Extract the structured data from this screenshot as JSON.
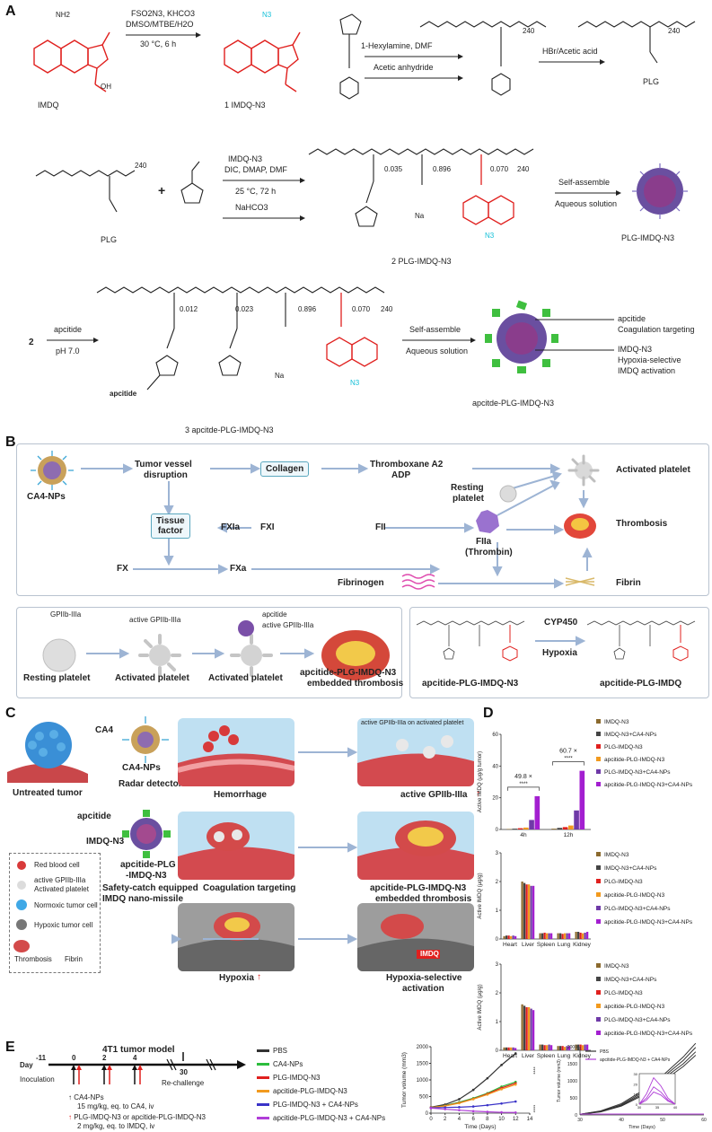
{
  "panels": {
    "a": "A",
    "b": "B",
    "c": "C",
    "d": "D",
    "e": "E"
  },
  "panelA": {
    "imdq": "IMDQ",
    "nh2": "NH2",
    "n3": "N3",
    "oh": "OH",
    "reagents1": "FSO2N3, KHCO3",
    "reagents1b": "DMSO/MTBE/H2O",
    "cond1": "30 °C, 6 h",
    "cmpd1": "1 IMDQ-N3",
    "hexylamine": "1-Hexylamine, DMF",
    "acetic": "Acetic anhydride",
    "hbr": "HBr/Acetic acid",
    "plg": "PLG",
    "n240": "240",
    "plg2": "PLG",
    "reagents2": "IMDQ-N3",
    "reagents2b": "DIC, DMAP, DMF",
    "cond2": "25 °C, 72 h",
    "nahco3": "NaHCO3",
    "f035": "0.035",
    "f896": "0.896",
    "f070": "0.070",
    "cmpd2": "2 PLG-IMDQ-N3",
    "selfassemble": "Self-assemble",
    "aqueous": "Aqueous solution",
    "np1": "PLG-IMDQ-N3",
    "start2": "2",
    "apcitide": "apcitide",
    "ph": "pH 7.0",
    "f012": "0.012",
    "f023": "0.023",
    "cmpd3": "3 apcitde-PLG-IMDQ-N3",
    "apcitideS": "apcitide",
    "na": "Na",
    "ann1": "apcitide",
    "ann1b": "Coagulation targeting",
    "ann2": "IMDQ-N3",
    "ann2b": "Hypoxia-selective",
    "ann2c": "IMDQ activation",
    "np2": "apcitde-PLG-IMDQ-N3"
  },
  "panelB": {
    "ca4nps": "CA4-NPs",
    "disruption1": "Tumor vessel",
    "disruption2": "disruption",
    "collagen": "Collagen",
    "txa2": "Thromboxane A2",
    "adp": "ADP",
    "activated_platelet": "Activated platelet",
    "resting1": "Resting",
    "resting2": "platelet",
    "tissue1": "Tissue",
    "tissue2": "factor",
    "fxia": "FXIa",
    "fxi": "FXI",
    "fii": "FII",
    "thrombosis": "Thrombosis",
    "fx": "FX",
    "fxa": "FXa",
    "fiia": "FIIa",
    "thrombin": "(Thrombin)",
    "fibrinogen": "Fibrinogen",
    "fibrin": "Fibrin",
    "gp1": "GPIIb-IIIa",
    "gp2": "active GPIIb-IIIa",
    "apcitide": "apcitide",
    "gp3": "active GPIIb-IIIa",
    "resting_platelet": "Resting platelet",
    "act1": "Activated platelet",
    "act2": "Activated platelet",
    "embedded1": "apcitide-PLG-IMDQ-N3",
    "embedded2": "embedded thrombosis",
    "cyp": "CYP450",
    "hypoxia": "Hypoxia",
    "from": "apcitide-PLG-IMDQ-N3",
    "to": "apcitide-PLG-IMDQ"
  },
  "panelC": {
    "ca4": "CA4",
    "ca4nps": "CA4-NPs",
    "untreated": "Untreated tumor",
    "radar": "Radar detector",
    "hemorrhage": "Hemorrhage",
    "active_gp": "active GPIIb-IIIa",
    "active_gp_note": "active GPIIb-IIIa on activated platelet",
    "apcitide": "apcitide",
    "imdqn3": "IMDQ-N3",
    "nano1": "apcitide-PLG",
    "nano2": "-IMDQ-N3",
    "safety1": "Safety-catch equipped",
    "safety2": "IMDQ nano-missile",
    "coag": "Coagulation targeting",
    "embedded1": "apcitide-PLG-IMDQ-N3",
    "embedded2": "embedded thrombosis",
    "hypoxia": "Hypoxia",
    "hsel1": "Hypoxia-selective",
    "hsel2": "activation",
    "imdq": "IMDQ",
    "legend": {
      "rbc": "Red blood cell",
      "gp": "active GPIIb-IIIa",
      "ap": "Activated platelet",
      "normoxic": "Normoxic tumor cell",
      "hypoxic": "Hypoxic tumor cell",
      "thrombosis": "Thrombosis",
      "fibrin": "Fibrin"
    }
  },
  "panelE": {
    "model": "4T1 tumor model",
    "d_m11": "-11",
    "day": "Day",
    "d0": "0",
    "d2": "2",
    "d4": "4",
    "d30": "30",
    "inoc": "Inoculation",
    "rechallenge": "Re-challenge",
    "ca4": "CA4-NPs",
    "ca4dose": "15 mg/kg, eq. to CA4, iv",
    "plg": "PLG-IMDQ-N3 or apcitide-PLG-IMDQ-N3",
    "plgdose": "2 mg/kg, eq. to IMDQ, iv"
  },
  "groups": [
    "PBS",
    "CA4-NPs",
    "PLG-IMDQ-N3",
    "apcitide-PLG-IMDQ-N3",
    "PLG-IMDQ-N3 + CA4-NPs",
    "apcitide-PLG-IMDQ-N3 + CA4-NPs"
  ],
  "dgroups": [
    "IMDQ-N3",
    "IMDQ-N3+CA4-NPs",
    "PLG-IMDQ-N3",
    "apcitide-PLG-IMDQ-N3",
    "PLG-IMDQ-N3+CA4-NPs",
    "apcitide-PLG-IMDQ-N3+CA4-NPs"
  ],
  "colors": {
    "imdq": "#e0201e",
    "cyan": "#15c0d8",
    "arrow": "#9db4d4",
    "d": [
      "#8b6a2e",
      "#444444",
      "#e0201e",
      "#f29a1e",
      "#6f3aa8",
      "#a31fd0"
    ],
    "e": [
      "#333333",
      "#2bbd3c",
      "#e0201e",
      "#f29a1e",
      "#3a33c8",
      "#b03ed8"
    ]
  },
  "chart_data": [
    {
      "type": "bar",
      "ylabel": "Active IMDQ (μg/g tumor)",
      "categories": [
        "4h",
        "12h"
      ],
      "ylim": [
        0,
        60
      ],
      "yticks": [
        0,
        20,
        40,
        60
      ],
      "series": [
        {
          "name": "IMDQ-N3",
          "values": [
            0.3,
            0.5
          ]
        },
        {
          "name": "IMDQ-N3+CA4-NPs",
          "values": [
            0.5,
            1.0
          ]
        },
        {
          "name": "PLG-IMDQ-N3",
          "values": [
            0.8,
            1.5
          ]
        },
        {
          "name": "apcitide-PLG-IMDQ-N3",
          "values": [
            1.2,
            2.5
          ]
        },
        {
          "name": "PLG-IMDQ-N3+CA4-NPs",
          "values": [
            6.0,
            12.0
          ]
        },
        {
          "name": "apcitide-PLG-IMDQ-N3+CA4-NPs",
          "values": [
            21.0,
            37.0
          ]
        }
      ],
      "annotations": [
        {
          "text": "49.8 ×",
          "sig": "****"
        },
        {
          "text": "60.7 ×",
          "sig": "****"
        }
      ]
    },
    {
      "type": "bar",
      "ylabel": "Active IMDQ (μg/g)",
      "categories": [
        "Heart",
        "Liver",
        "Spleen",
        "Lung",
        "Kidney"
      ],
      "ylim": [
        0,
        3
      ],
      "yticks": [
        0,
        1,
        2,
        3
      ],
      "series": [
        {
          "name": "IMDQ-N3",
          "values": [
            0.1,
            2.0,
            0.2,
            0.2,
            0.25
          ]
        },
        {
          "name": "IMDQ-N3+CA4-NPs",
          "values": [
            0.12,
            1.95,
            0.2,
            0.2,
            0.25
          ]
        },
        {
          "name": "PLG-IMDQ-N3",
          "values": [
            0.12,
            1.9,
            0.22,
            0.18,
            0.22
          ]
        },
        {
          "name": "apcitide-PLG-IMDQ-N3",
          "values": [
            0.1,
            1.9,
            0.2,
            0.2,
            0.2
          ]
        },
        {
          "name": "PLG-IMDQ-N3+CA4-NPs",
          "values": [
            0.12,
            1.85,
            0.2,
            0.2,
            0.22
          ]
        },
        {
          "name": "apcitide-PLG-IMDQ-N3+CA4-NPs",
          "values": [
            0.1,
            1.85,
            0.2,
            0.2,
            0.25
          ]
        }
      ]
    },
    {
      "type": "bar",
      "ylabel": "Active IMDQ (μg/g)",
      "categories": [
        "Heart",
        "Liver",
        "Spleen",
        "Lung",
        "Kidney"
      ],
      "ylim": [
        0,
        3
      ],
      "yticks": [
        0,
        1,
        2,
        3
      ],
      "series": [
        {
          "name": "IMDQ-N3",
          "values": [
            0.1,
            1.6,
            0.2,
            0.15,
            0.2
          ]
        },
        {
          "name": "IMDQ-N3+CA4-NPs",
          "values": [
            0.1,
            1.55,
            0.2,
            0.15,
            0.2
          ]
        },
        {
          "name": "PLG-IMDQ-N3",
          "values": [
            0.1,
            1.5,
            0.18,
            0.15,
            0.2
          ]
        },
        {
          "name": "apcitide-PLG-IMDQ-N3",
          "values": [
            0.1,
            1.5,
            0.18,
            0.12,
            0.18
          ]
        },
        {
          "name": "PLG-IMDQ-N3+CA4-NPs",
          "values": [
            0.1,
            1.45,
            0.2,
            0.15,
            0.2
          ]
        },
        {
          "name": "apcitide-PLG-IMDQ-N3+CA4-NPs",
          "values": [
            0.08,
            1.4,
            0.18,
            0.15,
            0.2
          ]
        }
      ]
    },
    {
      "type": "line",
      "xlabel": "Time (Days)",
      "ylabel": "Tumor volume (mm3)",
      "x": [
        0,
        2,
        4,
        6,
        8,
        10,
        12
      ],
      "xticks": [
        0,
        2,
        4,
        6,
        8,
        10,
        12,
        14
      ],
      "ylim": [
        0,
        2000
      ],
      "yticks": [
        0,
        500,
        1000,
        1500,
        2000
      ],
      "sig": [
        "****",
        "****"
      ],
      "series": [
        {
          "name": "PBS",
          "values": [
            180,
            260,
            420,
            700,
            1050,
            1450,
            1800
          ]
        },
        {
          "name": "CA4-NPs",
          "values": [
            170,
            230,
            330,
            450,
            600,
            800,
            940
          ]
        },
        {
          "name": "PLG-IMDQ-N3",
          "values": [
            170,
            220,
            310,
            430,
            580,
            760,
            900
          ]
        },
        {
          "name": "apcitide-PLG-IMDQ-N3",
          "values": [
            170,
            215,
            300,
            420,
            560,
            720,
            860
          ]
        },
        {
          "name": "PLG-IMDQ-N3 + CA4-NPs",
          "values": [
            160,
            170,
            180,
            200,
            240,
            290,
            350
          ]
        },
        {
          "name": "apcitide-PLG-IMDQ-N3 + CA4-NPs",
          "values": [
            150,
            120,
            90,
            60,
            40,
            25,
            20
          ]
        }
      ]
    },
    {
      "type": "line",
      "xlabel": "Time (Days)",
      "ylabel": "Tumor volume (mm3)",
      "xlim": [
        30,
        60
      ],
      "xticks": [
        30,
        40,
        50,
        60
      ],
      "ylim": [
        0,
        2000
      ],
      "yticks": [
        0,
        500,
        1000,
        1500,
        2000
      ],
      "legend": [
        "PBS",
        "apcitide-PLG-IMDQ-N3 + CA4-NPs"
      ],
      "series": [
        {
          "name": "PBS",
          "x": [
            30,
            35,
            40,
            45,
            50,
            55,
            58
          ],
          "values": [
            20,
            120,
            330,
            700,
            1150,
            1700,
            2100
          ]
        },
        {
          "name": "PBS",
          "x": [
            30,
            35,
            40,
            45,
            50,
            55,
            58
          ],
          "values": [
            20,
            100,
            300,
            650,
            1100,
            1600,
            1980
          ]
        },
        {
          "name": "PBS",
          "x": [
            30,
            35,
            40,
            45,
            50,
            55,
            58
          ],
          "values": [
            20,
            110,
            280,
            600,
            1050,
            1500,
            1850
          ]
        },
        {
          "name": "PBS",
          "x": [
            30,
            35,
            40,
            45,
            50,
            55,
            58
          ],
          "values": [
            20,
            90,
            260,
            560,
            980,
            1420,
            1750
          ]
        }
      ],
      "inset": {
        "xticks": [
          30,
          35,
          40
        ],
        "yticks": [
          0,
          10,
          20,
          30
        ],
        "series": [
          {
            "x": [
              30,
              32,
              34,
              36,
              38,
              40
            ],
            "values": [
              0,
              10,
              26,
              18,
              6,
              0
            ]
          },
          {
            "x": [
              30,
              32,
              34,
              36,
              38,
              40
            ],
            "values": [
              0,
              6,
              17,
              12,
              4,
              0
            ]
          },
          {
            "x": [
              30,
              32,
              34,
              36,
              38,
              40
            ],
            "values": [
              0,
              4,
              12,
              9,
              3,
              0
            ]
          }
        ]
      }
    }
  ]
}
